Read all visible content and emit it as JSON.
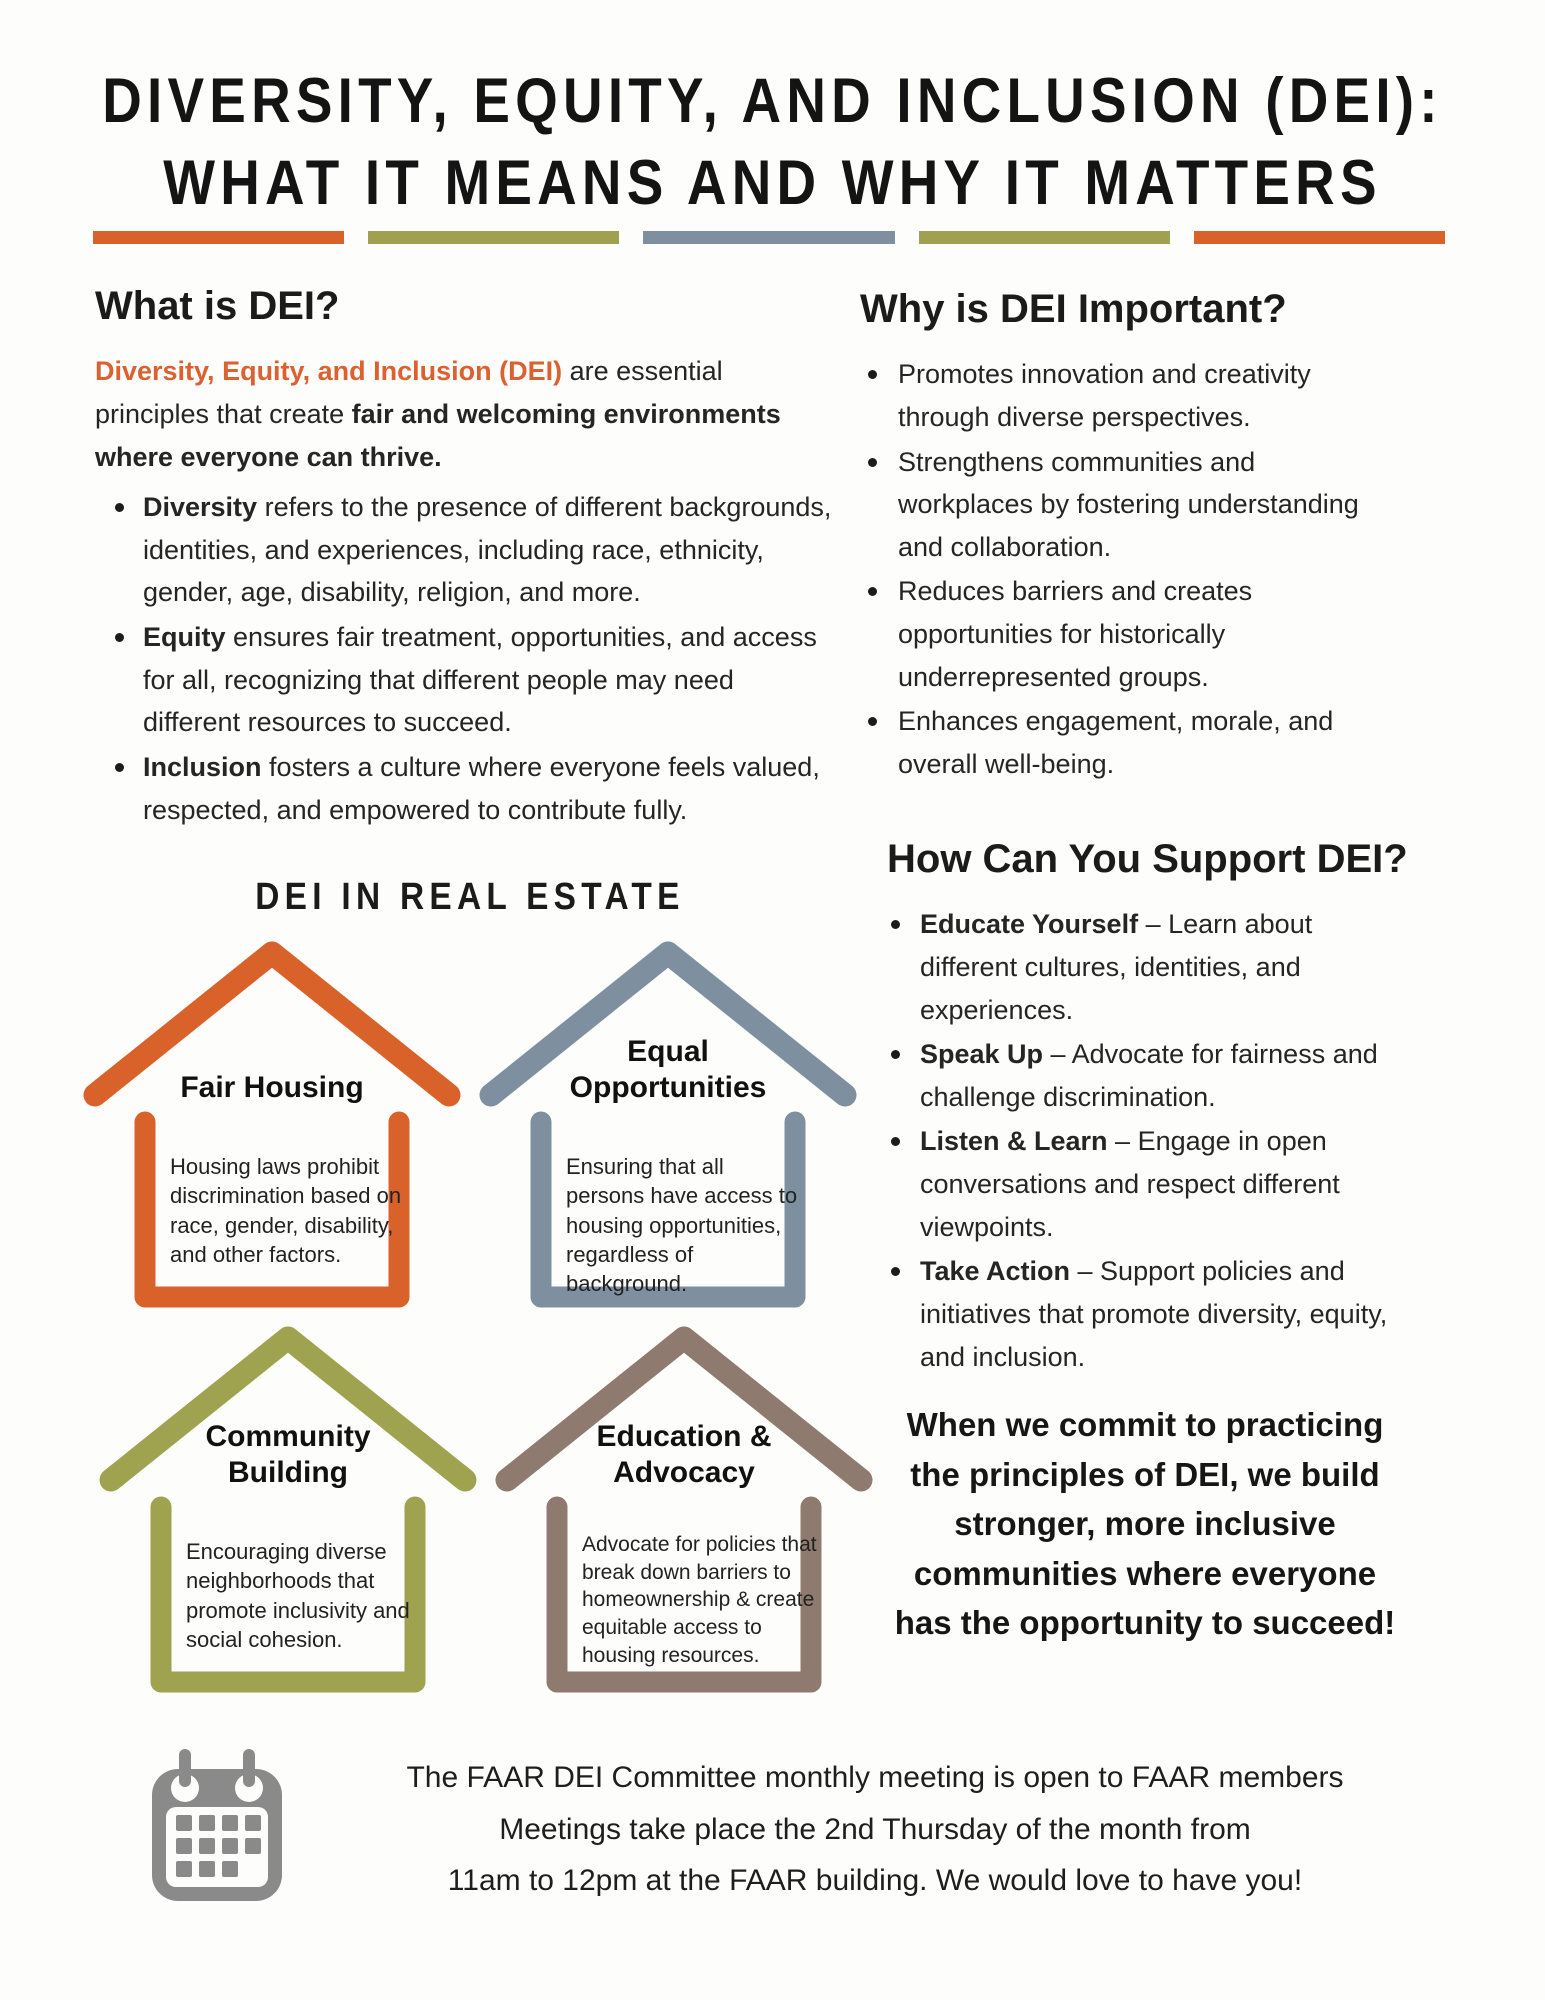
{
  "header": {
    "title_line1": "DIVERSITY, EQUITY, AND INCLUSION (DEI):",
    "title_line2": "WHAT IT MEANS AND WHY IT MATTERS",
    "divider_colors": [
      "#D9622B",
      "#9FA050",
      "#7E90A0",
      "#9FA050",
      "#D9622B"
    ]
  },
  "what_is_dei": {
    "heading": "What is DEI?",
    "intro_highlight": "Diversity, Equity, and Inclusion (DEI)",
    "intro_highlight_color": "#DB6130",
    "intro_regular": " are essential principles that create ",
    "intro_bold": "fair and welcoming environments where everyone can thrive.",
    "bullets": [
      {
        "lead": "Diversity",
        "text": " refers to the presence of different backgrounds, identities, and experiences, including race, ethnicity, gender, age, disability, religion, and more."
      },
      {
        "lead": "Equity",
        "text": " ensures fair treatment, opportunities, and access for all, recognizing that different people may need different resources to succeed."
      },
      {
        "lead": "Inclusion",
        "text": " fosters a culture where everyone feels valued, respected, and empowered to contribute fully."
      }
    ]
  },
  "why_dei": {
    "heading": "Why is DEI Important?",
    "bullets": [
      "Promotes innovation and creativity through diverse perspectives.",
      "Strengthens communities and workplaces by fostering understanding and collaboration.",
      "Reduces barriers and creates opportunities for historically underrepresented groups.",
      "Enhances engagement, morale, and overall well-being."
    ]
  },
  "real_estate": {
    "heading": "DEI IN REAL ESTATE",
    "houses": [
      {
        "title": "Fair Housing",
        "description": "Housing laws prohibit discrimination based on race, gender, disability, and other factors.",
        "color": "#D9622B"
      },
      {
        "title": "Equal Opportunities",
        "description": "Ensuring that all persons have access to housing opportunities, regardless of background.",
        "color": "#7E90A0"
      },
      {
        "title": "Community Building",
        "description": "Encouraging diverse neighborhoods that promote inclusivity and social cohesion.",
        "color": "#9FA24E"
      },
      {
        "title": "Education & Advocacy",
        "description": "Advocate for policies that break down barriers to homeownership & create equitable access to housing resources.",
        "color": "#8E7A6E"
      }
    ]
  },
  "support_dei": {
    "heading": "How Can You Support DEI?",
    "bullets": [
      {
        "lead": "Educate Yourself",
        "text": " – Learn about different cultures, identities, and experiences."
      },
      {
        "lead": "Speak Up",
        "text": " – Advocate for fairness and challenge discrimination."
      },
      {
        "lead": "Listen & Learn",
        "text": " – Engage in open conversations and respect different viewpoints."
      },
      {
        "lead": "Take Action",
        "text": " – Support policies and initiatives that promote diversity, equity, and inclusion."
      }
    ]
  },
  "closing": {
    "text": "When we commit to practicing the principles of DEI, we build stronger, more inclusive communities where everyone has the opportunity to succeed!"
  },
  "footer": {
    "icon_color": "#8A8A8A",
    "lines": [
      "The FAAR DEI Committee monthly meeting is open to FAAR members",
      "Meetings take place the 2nd Thursday of the month from",
      "11am to 12pm at the FAAR building. We would love to have you!"
    ]
  }
}
